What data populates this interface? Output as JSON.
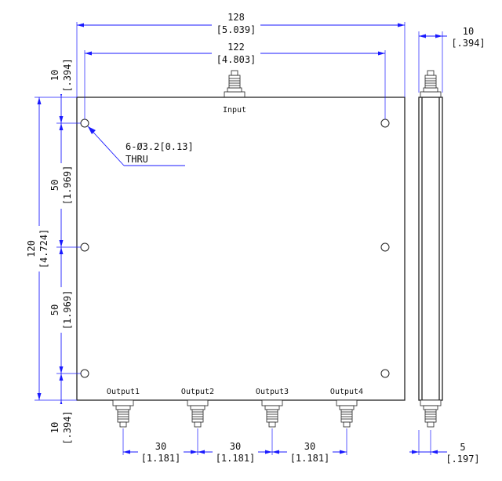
{
  "dimensions": {
    "overall_width": {
      "mm": "128",
      "inch": "[5.039]"
    },
    "hole_spacing_width": {
      "mm": "122",
      "inch": "[4.803]"
    },
    "side_thickness": {
      "mm": "10",
      "inch": "[.394]"
    },
    "top_offset": {
      "mm": "10",
      "inch": "[.394]"
    },
    "overall_height": {
      "mm": "120",
      "inch": "[4.724]"
    },
    "hole_pitch_upper": {
      "mm": "50",
      "inch": "[1.969]"
    },
    "hole_pitch_lower": {
      "mm": "50",
      "inch": "[1.969]"
    },
    "bottom_offset": {
      "mm": "10",
      "inch": "[.394]"
    },
    "output_pitch_1": {
      "mm": "30",
      "inch": "[1.181]"
    },
    "output_pitch_2": {
      "mm": "30",
      "inch": "[1.181]"
    },
    "output_pitch_3": {
      "mm": "30",
      "inch": "[1.181]"
    },
    "side_connector_offset": {
      "mm": "5",
      "inch": "[.197]"
    }
  },
  "hole_note": {
    "line1": "6-Ø3.2[0.13]",
    "line2": "THRU"
  },
  "ports": {
    "input": "Input",
    "outputs": [
      "Output1",
      "Output2",
      "Output3",
      "Output4"
    ]
  },
  "colors": {
    "dimension": "#1a1aff",
    "outline": "#222222"
  }
}
